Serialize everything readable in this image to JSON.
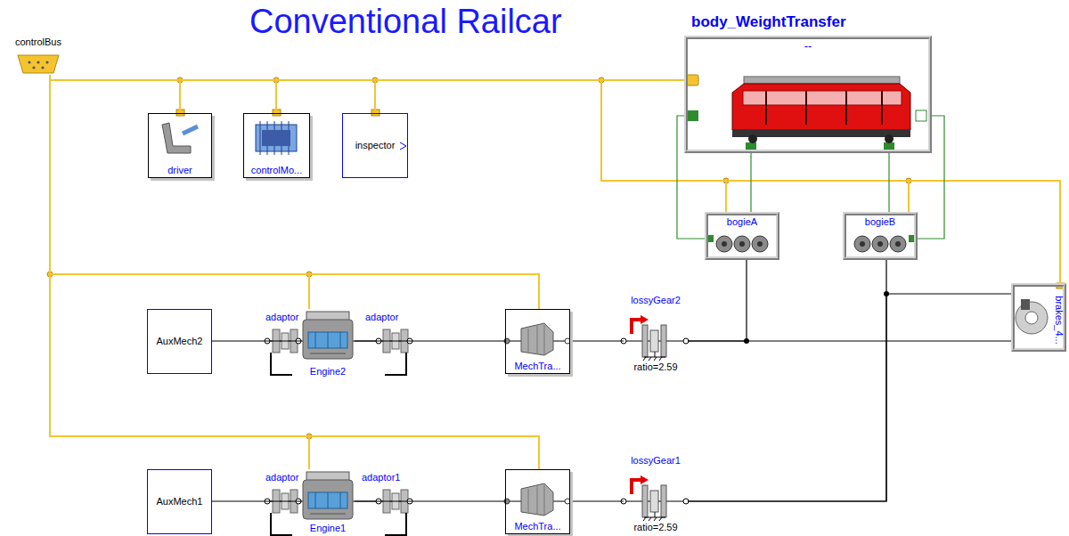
{
  "diagram": {
    "title": "Conventional Railcar",
    "nodes": [
      {
        "text": [
          "controlBus"
        ]
      },
      {
        "text": [
          "body_WeightTransfer",
          "--"
        ]
      },
      {
        "text": [
          "driver"
        ]
      },
      {
        "text": [
          "controlMo..."
        ]
      },
      {
        "text": [
          "inspector"
        ]
      },
      {
        "text": [
          "bogieA"
        ]
      },
      {
        "text": [
          "bogieB"
        ]
      },
      {
        "text": [
          "AuxMech2"
        ]
      },
      {
        "text": [
          "Engine2"
        ]
      },
      {
        "text": [
          "MechTra..."
        ]
      },
      {
        "text": [
          "lossyGear2",
          "ratio=2.59"
        ]
      },
      {
        "text": [
          "brakes_4..."
        ]
      },
      {
        "text": [
          "AuxMech1"
        ]
      },
      {
        "text": [
          "Engine1"
        ]
      },
      {
        "text": [
          "MechTra..."
        ]
      },
      {
        "text": [
          "lossyGear1",
          "ratio=2.59"
        ]
      }
    ],
    "edges": [
      {
        "from": 0,
        "to": 2,
        "arrow": "none"
      },
      {
        "from": 0,
        "to": 3,
        "arrow": "none"
      },
      {
        "from": 0,
        "to": 4,
        "arrow": "none"
      },
      {
        "from": 0,
        "to": 1,
        "arrow": "none"
      },
      {
        "from": 0,
        "to": 5,
        "arrow": "none"
      },
      {
        "from": 0,
        "to": 6,
        "arrow": "none"
      },
      {
        "from": 0,
        "to": 11,
        "arrow": "none"
      },
      {
        "from": 0,
        "to": 8,
        "arrow": "none"
      },
      {
        "from": 0,
        "to": 9,
        "arrow": "none"
      },
      {
        "from": 0,
        "to": 13,
        "arrow": "none"
      },
      {
        "from": 0,
        "to": 14,
        "arrow": "none"
      },
      {
        "from": 1,
        "to": 5,
        "arrow": "none"
      },
      {
        "from": 1,
        "to": 5,
        "arrow": "none"
      },
      {
        "from": 1,
        "to": 6,
        "arrow": "none"
      },
      {
        "from": 1,
        "to": 6,
        "arrow": "none"
      },
      {
        "from": 7,
        "to": 8,
        "arrow": "none"
      },
      {
        "from": 8,
        "to": 9,
        "arrow": "none"
      },
      {
        "from": 9,
        "to": 10,
        "arrow": "none"
      },
      {
        "from": 10,
        "to": 5,
        "arrow": "none"
      },
      {
        "from": 10,
        "to": 11,
        "arrow": "none"
      },
      {
        "from": 12,
        "to": 13,
        "arrow": "none"
      },
      {
        "from": 13,
        "to": 14,
        "arrow": "none"
      },
      {
        "from": 14,
        "to": 15,
        "arrow": "none"
      },
      {
        "from": 15,
        "to": 6,
        "arrow": "none"
      },
      {
        "from": 15,
        "to": 11,
        "arrow": "none"
      }
    ],
    "labels": [
      "adaptor",
      "adaptor",
      "adaptor",
      "adaptor1"
    ]
  }
}
